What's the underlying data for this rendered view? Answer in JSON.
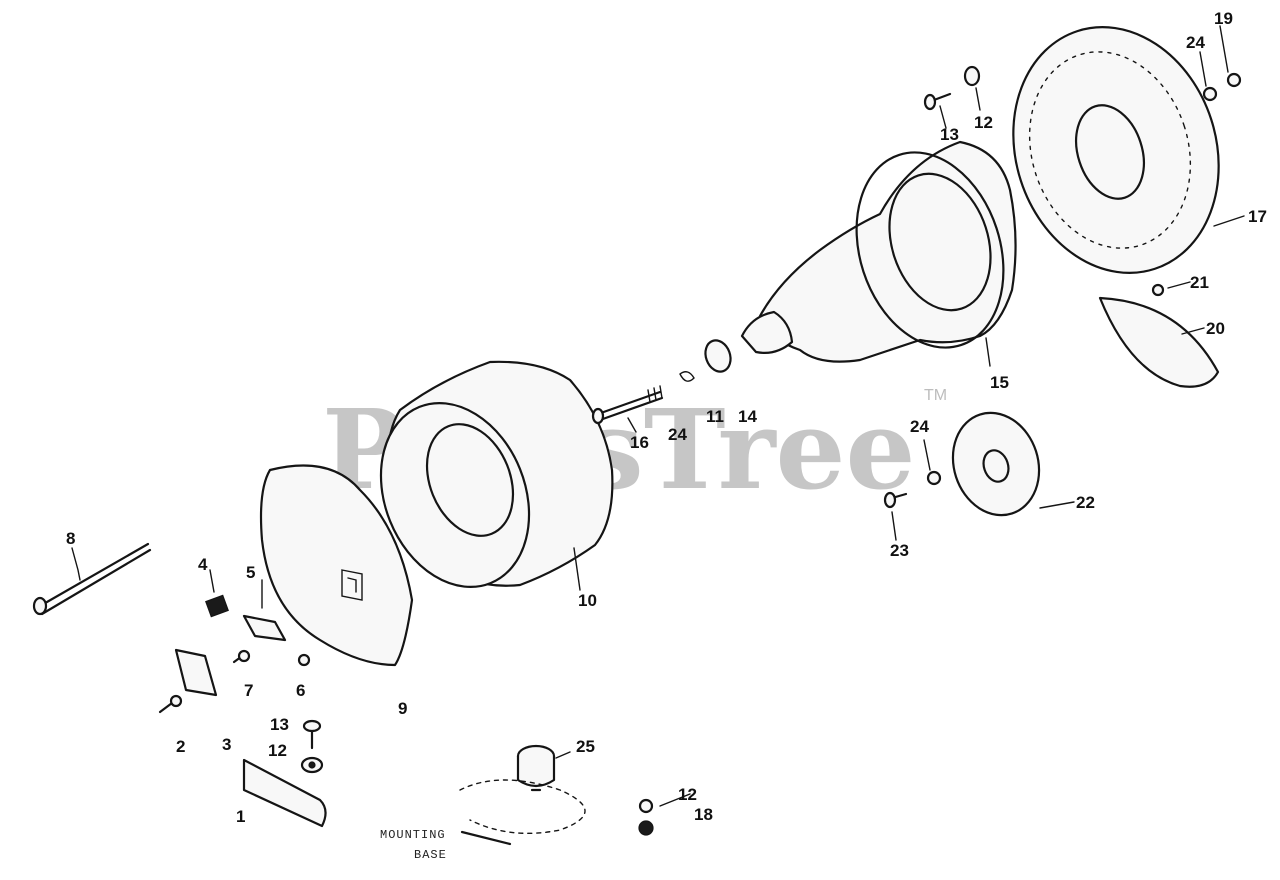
{
  "watermark": {
    "text": "PartsTree",
    "trademark": "TM"
  },
  "callouts": [
    {
      "id": "c1",
      "label": "1"
    },
    {
      "id": "c2",
      "label": "2"
    },
    {
      "id": "c3",
      "label": "3"
    },
    {
      "id": "c4",
      "label": "4"
    },
    {
      "id": "c5",
      "label": "5"
    },
    {
      "id": "c6",
      "label": "6"
    },
    {
      "id": "c7",
      "label": "7"
    },
    {
      "id": "c8",
      "label": "8"
    },
    {
      "id": "c9",
      "label": "9"
    },
    {
      "id": "c10",
      "label": "10"
    },
    {
      "id": "c11",
      "label": "11"
    },
    {
      "id": "c12a",
      "label": "12"
    },
    {
      "id": "c12b",
      "label": "12"
    },
    {
      "id": "c12c",
      "label": "12"
    },
    {
      "id": "c13a",
      "label": "13"
    },
    {
      "id": "c13b",
      "label": "13"
    },
    {
      "id": "c14",
      "label": "14"
    },
    {
      "id": "c15",
      "label": "15"
    },
    {
      "id": "c16",
      "label": "16"
    },
    {
      "id": "c17",
      "label": "17"
    },
    {
      "id": "c18",
      "label": "18"
    },
    {
      "id": "c19",
      "label": "19"
    },
    {
      "id": "c20",
      "label": "20"
    },
    {
      "id": "c21",
      "label": "21"
    },
    {
      "id": "c22",
      "label": "22"
    },
    {
      "id": "c23",
      "label": "23"
    },
    {
      "id": "c24a",
      "label": "24"
    },
    {
      "id": "c24b",
      "label": "24"
    },
    {
      "id": "c24c",
      "label": "24"
    },
    {
      "id": "c25",
      "label": "25"
    }
  ],
  "mounting_base": {
    "line1": "MOUNTING",
    "line2": "BASE"
  }
}
